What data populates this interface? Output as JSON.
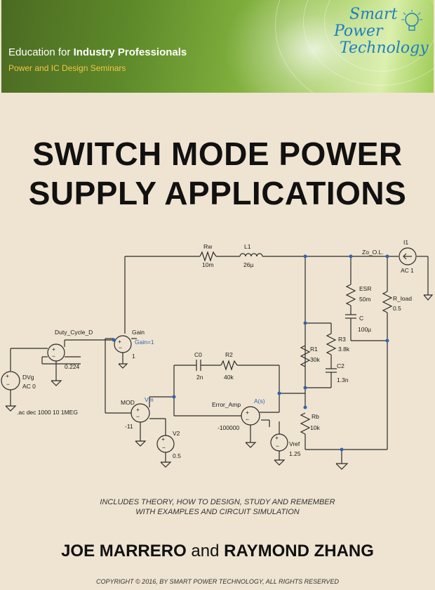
{
  "banner": {
    "tagline_prefix": "Education for ",
    "tagline_bold": "Industry Professionals",
    "subtagline": "Power and IC Design Seminars",
    "logo_words": [
      "Smart",
      "Power",
      "Technology"
    ]
  },
  "title_lines": [
    "SWITCH MODE POWER",
    "SUPPLY APPLICATIONS"
  ],
  "schematic_labels": {
    "rw": "Rw",
    "rw_val": "10m",
    "l1": "L1",
    "l1_val": "26µ",
    "zo": "Zo_O.L.",
    "i1": "I1",
    "i1_val": "AC 1",
    "esr": "ESR",
    "esr_val": "50m",
    "c": "C",
    "c_val": "100µ",
    "rload": "R_load",
    "rload_val": "0.5",
    "r3": "R3",
    "r3_val": "3.8k",
    "r1": "R1",
    "r1_val": "30k",
    "c2": "C2",
    "c2_val": "1.3n",
    "rb": "Rb",
    "rb_val": "10k",
    "vref": "Vref",
    "vref_val": "1.25",
    "erroramp": "Error_Amp",
    "as": "A(s)",
    "erroramp_gain": "-100000",
    "c0": "C0",
    "c0_val": "2n",
    "r2": "R2",
    "r2_val": "40k",
    "mod": "MOD",
    "vm": "Vm",
    "mod_gain": "-11",
    "v2": "V2",
    "v2_val": "0.5",
    "duty": "Duty_Cycle_D",
    "duty_val": "0.224",
    "gain": "Gain",
    "gain_eq": "Gain=1",
    "gain_val": "1",
    "dvg": "DVg",
    "dvg_val": "AC 0",
    "ac_cmd": ".ac dec 1000 10 1MEG"
  },
  "subtext_lines": [
    "INCLUDES THEORY, HOW TO DESIGN, STUDY AND REMEMBER",
    "WITH EXAMPLES AND CIRCUIT SIMULATION"
  ],
  "authors": {
    "author1": "JOE MARRERO",
    "and": " and ",
    "author2": "RAYMOND ZHANG"
  },
  "copyright": "COPYRIGHT © 2016, BY SMART POWER TECHNOLOGY, ALL RIGHTS RESERVED",
  "colors": {
    "background": "#efe4d1",
    "label_blue": "#2e64b5",
    "logo_blue": "#1f7fbf",
    "subtagline": "#f2c443"
  }
}
